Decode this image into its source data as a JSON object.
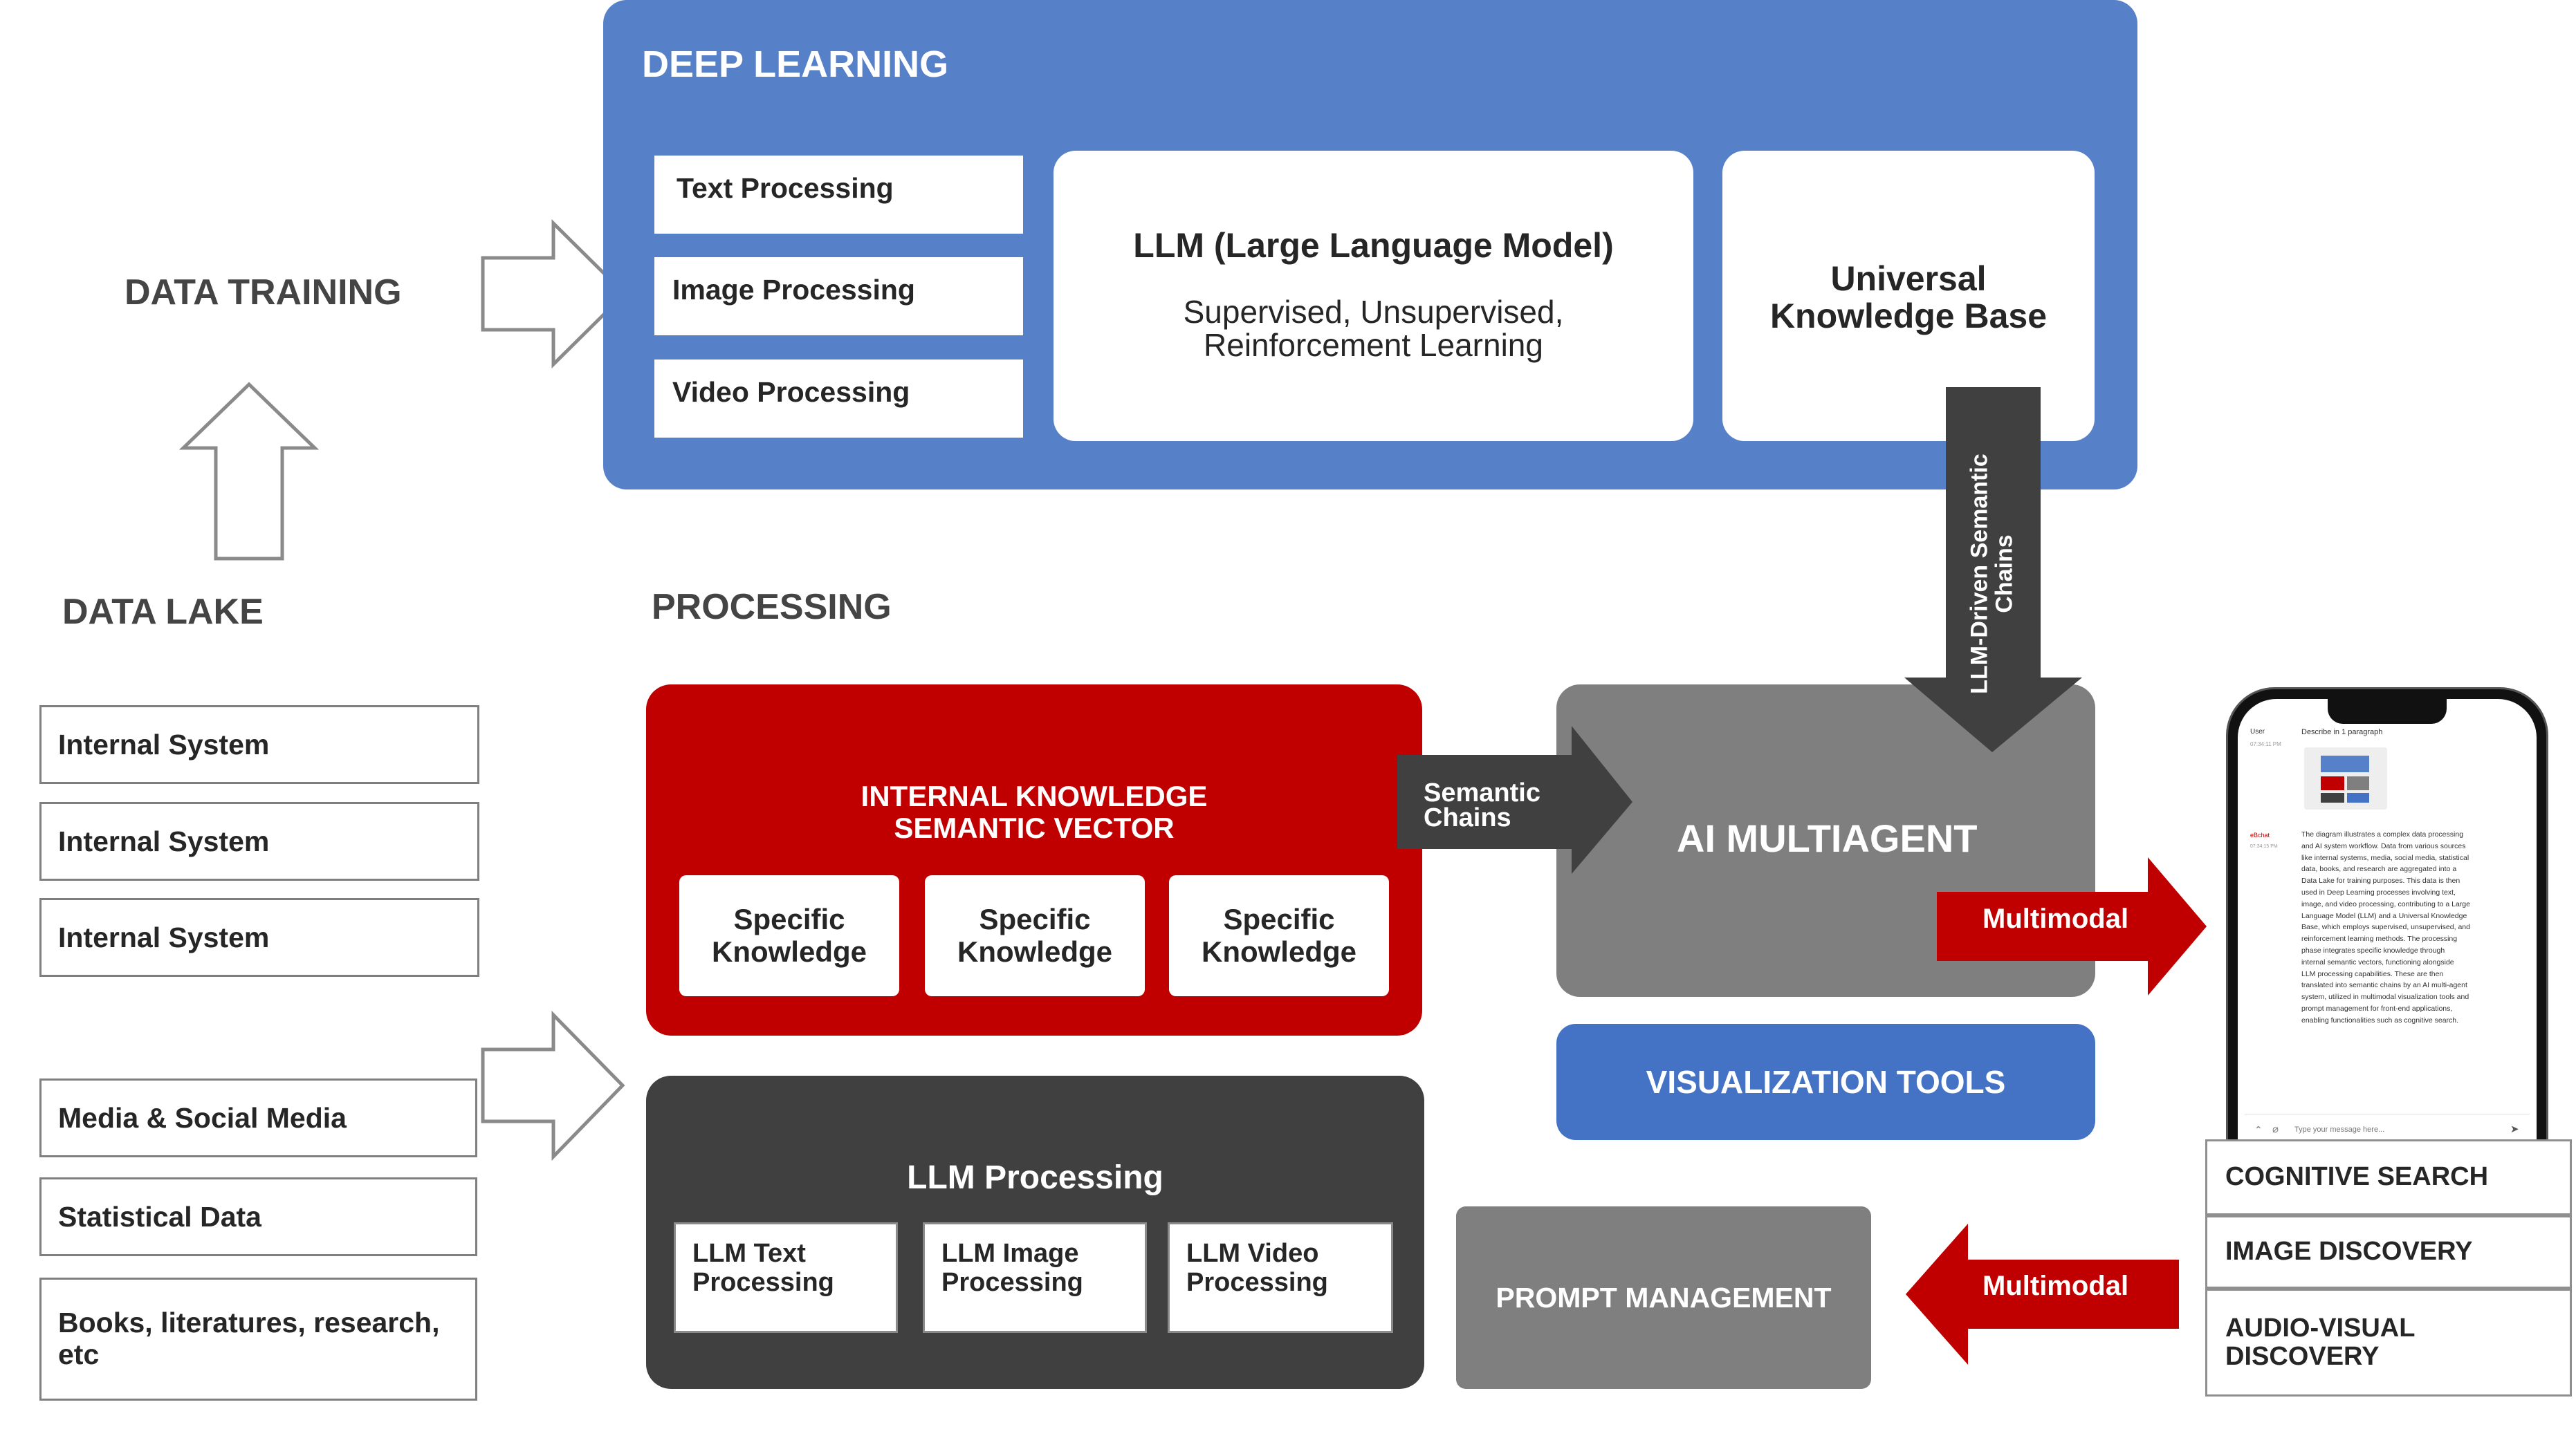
{
  "labels": {
    "data_training": "DATA TRAINING",
    "data_lake": "DATA LAKE",
    "processing": "PROCESSING"
  },
  "deep_learning": {
    "title": "DEEP LEARNING",
    "inputs": [
      "Text Processing",
      "Image Processing",
      "Video Processing"
    ],
    "llm_title": "LLM (Large Language Model)",
    "llm_subtitle_1": "Supervised, Unsupervised,",
    "llm_subtitle_2": "Reinforcement Learning",
    "ukb_1": "Universal",
    "ukb_2": "Knowledge Base"
  },
  "data_sources": [
    "Internal System",
    "Internal System",
    "Internal System",
    "Media & Social Media",
    "Statistical Data",
    "Books, literatures, research,",
    "etc"
  ],
  "internal_knowledge": {
    "title_1": "INTERNAL KNOWLEDGE",
    "title_2": "SEMANTIC VECTOR",
    "items": [
      {
        "line1": "Specific",
        "line2": "Knowledge"
      },
      {
        "line1": "Specific",
        "line2": "Knowledge"
      },
      {
        "line1": "Specific",
        "line2": "Knowledge"
      }
    ]
  },
  "llm_processing": {
    "title": "LLM Processing",
    "items": [
      {
        "line1": "LLM Text",
        "line2": "Processing"
      },
      {
        "line1": "LLM Image",
        "line2": "Processing"
      },
      {
        "line1": "LLM Video",
        "line2": "Processing"
      }
    ]
  },
  "arrows": {
    "semantic_chains_1": "Semantic",
    "semantic_chains_2": "Chains",
    "llm_driven_1": "LLM-Driven Semantic",
    "llm_driven_2": "Chains",
    "multimodal_out": "Multimodal",
    "multimodal_in": "Multimodal"
  },
  "ai_multiagent": "AI MULTIAGENT",
  "visualization_tools": "VISUALIZATION TOOLS",
  "prompt_management": "PROMPT MANAGEMENT",
  "outputs": [
    "COGNITIVE SEARCH",
    "IMAGE DISCOVERY",
    "AUDIO-VISUAL",
    "DISCOVERY"
  ],
  "phone": {
    "user_label": "User",
    "user_time": "07:34:11 PM",
    "user_message": "Describe in 1 paragraph",
    "bot_label": "eBchat",
    "bot_time": "07:34:15 PM",
    "bot_lines": [
      "The diagram illustrates a complex data processing",
      "and AI system workflow. Data from various sources",
      "like internal systems, media, social media, statistical",
      "data, books, and research are aggregated into a",
      "Data Lake for training purposes. This data is then",
      "used in Deep Learning processes involving text,",
      "image, and video processing, contributing to a Large",
      "Language Model (LLM) and a Universal Knowledge",
      "Base, which employs supervised, unsupervised, and",
      "reinforcement learning methods. The processing",
      "phase integrates specific knowledge through",
      "internal semantic vectors, functioning alongside",
      "LLM processing capabilities. These are then",
      "translated into semantic chains by an AI multi-agent",
      "system, utilized in multimodal visualization tools and",
      "prompt management for front-end applications,",
      "enabling functionalities such as cognitive search."
    ],
    "input_placeholder": "Type your message here..."
  },
  "colors": {
    "deep_learning_blue": "#5681c9",
    "red": "#c00000",
    "dark_gray": "#404040",
    "mid_gray": "#7f7f7f"
  }
}
